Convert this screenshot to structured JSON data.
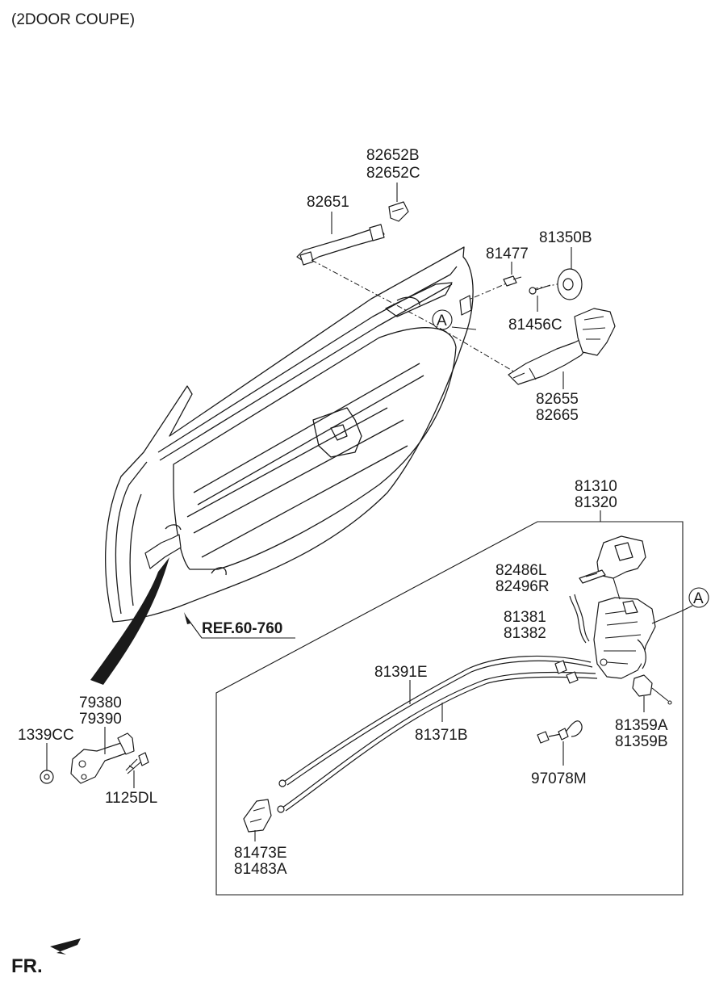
{
  "header": {
    "variant": "(2DOOR COUPE)"
  },
  "reference": {
    "text": "REF.60-760"
  },
  "direction": {
    "text": "FR."
  },
  "callout": {
    "letter": "A"
  },
  "labels": {
    "l82652B": "82652B",
    "l82652C": "82652C",
    "l82651": "82651",
    "l81477": "81477",
    "l81350B": "81350B",
    "l81456C": "81456C",
    "l82655": "82655",
    "l82665": "82665",
    "l81310": "81310",
    "l81320": "81320",
    "l82486L": "82486L",
    "l82496R": "82496R",
    "l81381": "81381",
    "l81382": "81382",
    "l81391E": "81391E",
    "l81371B": "81371B",
    "l81359A": "81359A",
    "l81359B": "81359B",
    "l97078M": "97078M",
    "l79380": "79380",
    "l79390": "79390",
    "l1339CC": "1339CC",
    "l1125DL": "1125DL",
    "l81473E": "81473E",
    "l81483A": "81483A"
  },
  "icons": {
    "direction": "arrow-icon",
    "callout": "circle-letter-icon"
  }
}
